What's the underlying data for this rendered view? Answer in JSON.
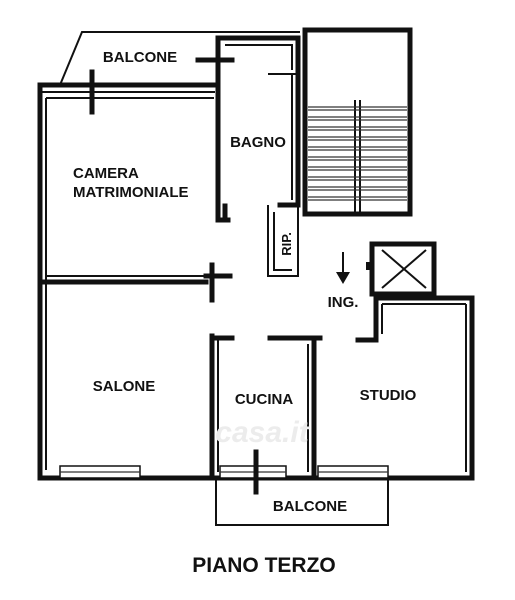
{
  "rooms": {
    "balcone_top": "BALCONE",
    "bagno": "BAGNO",
    "camera_line1": "CAMERA",
    "camera_line2": "MATRIMONIALE",
    "rip": "RIP.",
    "ing": "ING.",
    "salone": "SALONE",
    "cucina": "CUCINA",
    "studio": "STUDIO",
    "balcone_bottom": "BALCONE"
  },
  "floor_title": "PIANO TERZO",
  "watermark": "casa.it",
  "colors": {
    "wall": "#111111",
    "background": "#ffffff"
  }
}
